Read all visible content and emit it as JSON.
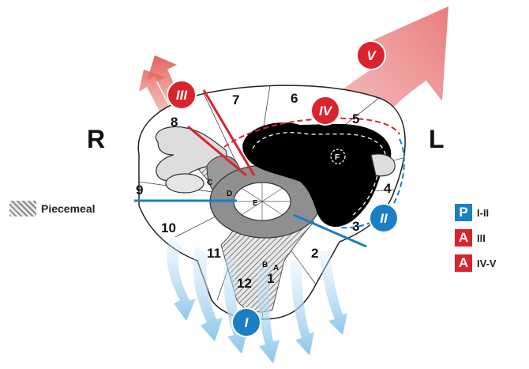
{
  "labels": {
    "right": "R",
    "left": "L"
  },
  "legend": {
    "piecemeal": "Piecemeal",
    "approaches": [
      {
        "badge": "P",
        "range": "I-II",
        "color": "#1a7fc4"
      },
      {
        "badge": "A",
        "range": "III",
        "color": "#d9232d"
      },
      {
        "badge": "A",
        "range": "IV-V",
        "color": "#d9232d"
      }
    ]
  },
  "segments": [
    "1",
    "2",
    "3",
    "4",
    "5",
    "6",
    "7",
    "8",
    "9",
    "10",
    "11",
    "12"
  ],
  "regions": {
    "A": "A",
    "B": "B",
    "C": "C",
    "D": "D",
    "E": "E",
    "F": "F"
  },
  "romans": {
    "I": "I",
    "II": "II",
    "III": "III",
    "IV": "IV",
    "V": "V"
  },
  "colors": {
    "red": "#d9232d",
    "blue": "#1a7fc4",
    "lightblue": "#9fd0ee",
    "tumor": "#000000"
  }
}
